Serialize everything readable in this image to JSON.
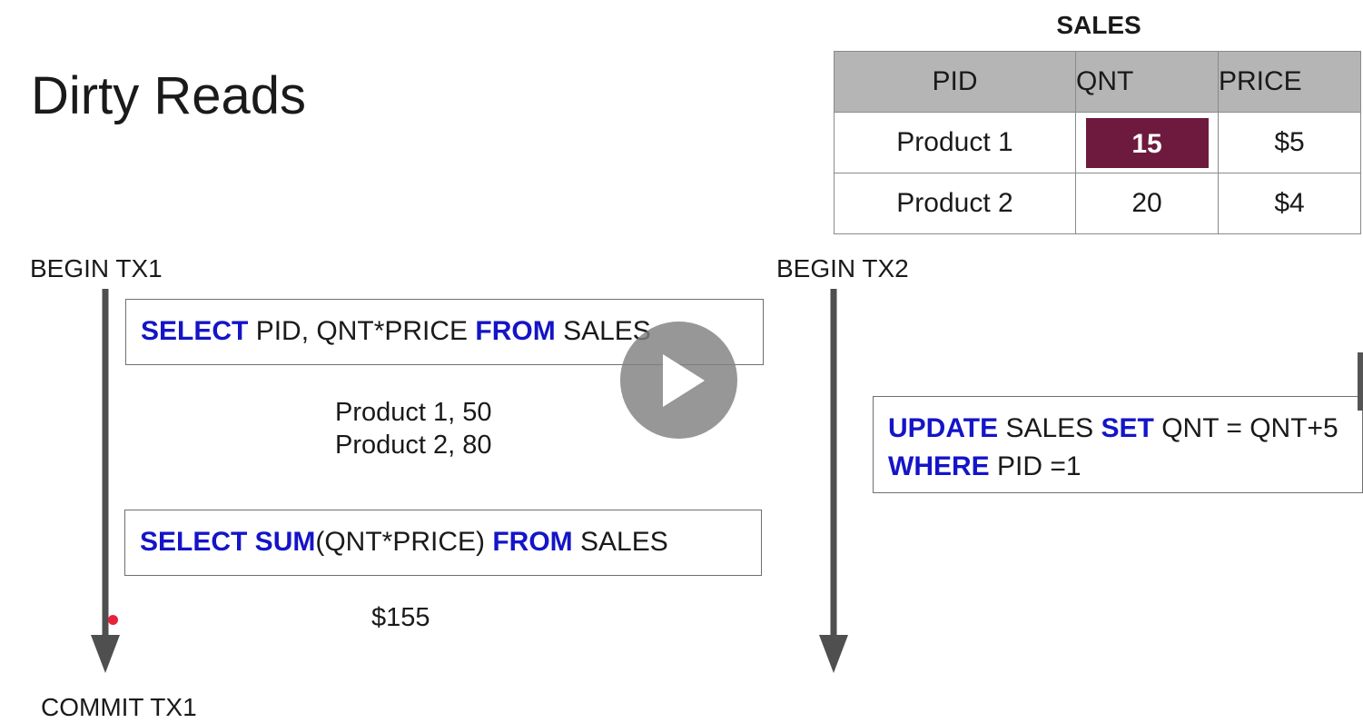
{
  "slide": {
    "title": "Dirty Reads"
  },
  "table": {
    "title": "SALES",
    "headers": [
      "PID",
      "QNT",
      "PRICE"
    ],
    "rows": [
      [
        "Product 1",
        "15",
        "$5"
      ],
      [
        "Product 2",
        "20",
        "$4"
      ]
    ],
    "highlight_color": "#6e1a3e"
  },
  "tx1": {
    "begin_label": "BEGIN TX1",
    "commit_label": "COMMIT TX1",
    "query1": {
      "kw1": "SELECT",
      "text1": " PID, QNT*PRICE ",
      "kw2": "FROM",
      "text2": " SALES"
    },
    "result1": [
      "Product 1, 50",
      "Product 2, 80"
    ],
    "query2": {
      "kw1": "SELECT SUM",
      "text1": "(QNT*PRICE) ",
      "kw2": "FROM",
      "text2": " SALES"
    },
    "result2": "$155"
  },
  "tx2": {
    "begin_label": "BEGIN TX2",
    "query": {
      "kw1": "UPDATE",
      "text1": " SALES ",
      "kw2": "SET",
      "text2": " QNT = QNT+5",
      "kw3": "WHERE",
      "text3": " PID =1"
    }
  },
  "colors": {
    "keyword": "#1414c8",
    "arrow": "#4f4f4f",
    "header_bg": "#b5b5b5"
  },
  "player": {
    "icon": "play-icon"
  }
}
